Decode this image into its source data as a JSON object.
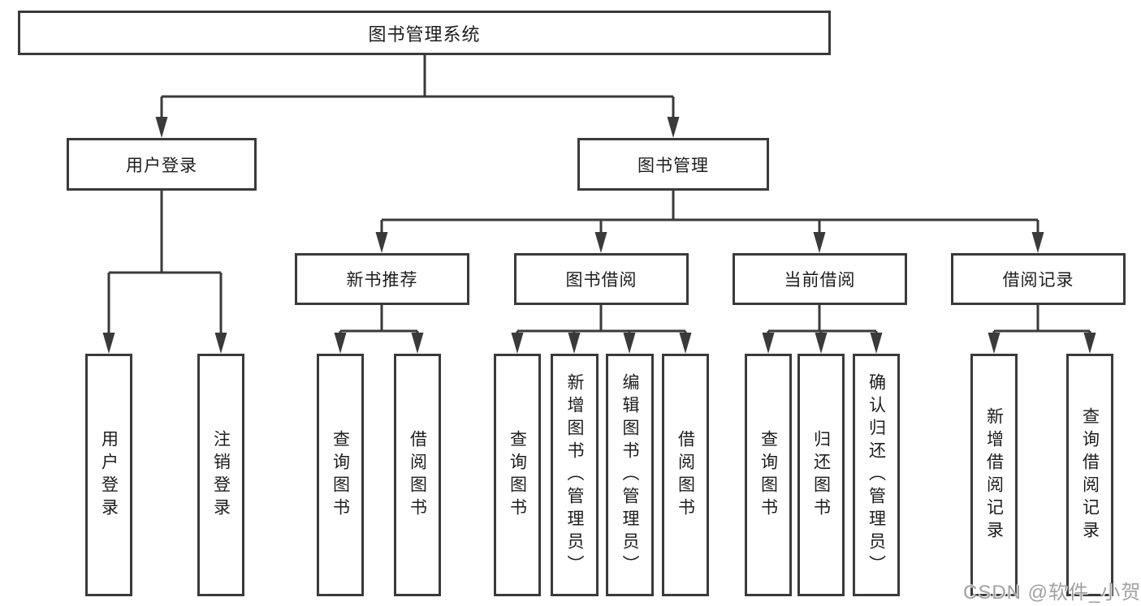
{
  "diagram": {
    "type": "hierarchy-tree",
    "root": {
      "label": "图书管理系统"
    },
    "level2": [
      {
        "label": "用户登录"
      },
      {
        "label": "图书管理"
      }
    ],
    "level3": [
      {
        "label": "新书推荐",
        "parent": "图书管理"
      },
      {
        "label": "图书借阅",
        "parent": "图书管理"
      },
      {
        "label": "当前借阅",
        "parent": "图书管理"
      },
      {
        "label": "借阅记录",
        "parent": "图书管理"
      }
    ],
    "leaves": [
      {
        "label": "用户登录",
        "parent": "用户登录"
      },
      {
        "label": "注销登录",
        "parent": "用户登录"
      },
      {
        "label": "查询图书",
        "parent": "新书推荐"
      },
      {
        "label": "借阅图书",
        "parent": "新书推荐"
      },
      {
        "label": "查询图书",
        "parent": "图书借阅"
      },
      {
        "label": "新增图书（管理员）",
        "parent": "图书借阅"
      },
      {
        "label": "编辑图书（管理员）",
        "parent": "图书借阅"
      },
      {
        "label": "借阅图书",
        "parent": "图书借阅"
      },
      {
        "label": "查询图书",
        "parent": "当前借阅"
      },
      {
        "label": "归还图书",
        "parent": "当前借阅"
      },
      {
        "label": "确认归还（管理员）",
        "parent": "当前借阅"
      },
      {
        "label": "新增借阅记录",
        "parent": "借阅记录"
      },
      {
        "label": "查询借阅记录",
        "parent": "借阅记录"
      }
    ]
  },
  "watermark": {
    "text": "CSDN @软件_小贺同学"
  },
  "colors": {
    "line": "#3a3a3a",
    "text": "#1d1d1d",
    "background": "#ffffff",
    "watermark": "#919191"
  }
}
